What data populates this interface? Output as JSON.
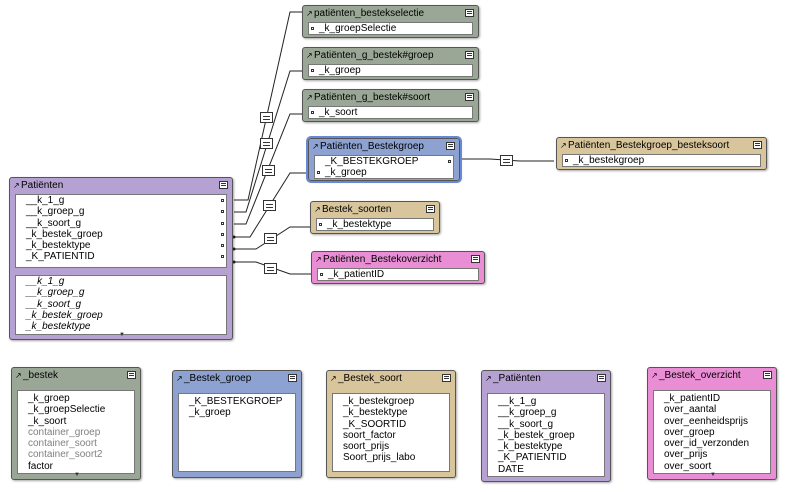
{
  "occurrences": {
    "patienten": {
      "title": "Patiënten",
      "fields": [
        "__k_1_g",
        "__k_groep_g",
        "__k_soort_g",
        "_k_bestek_groep",
        "_k_bestektype",
        "_K_PATIENTID"
      ],
      "globals": [
        "__k_1_g",
        "__k_groep_g",
        "__k_soort_g",
        "_k_bestek_groep",
        "_k_bestektype"
      ]
    },
    "patienten_bestekselectie": {
      "title": "patiënten_bestekselectie",
      "fields": [
        "_k_groepSelectie"
      ]
    },
    "patienten_g_bestek_groep": {
      "title": "Patiënten_g_bestek#groep",
      "fields": [
        "_k_groep"
      ]
    },
    "patienten_g_bestek_soort": {
      "title": "Patiënten_g_bestek#soort",
      "fields": [
        "_k_soort"
      ]
    },
    "patienten_bestekgroep": {
      "title": "Patiënten_Bestekgroep",
      "fields": [
        "_K_BESTEKGROEP",
        "_k_groep"
      ]
    },
    "patienten_bestekgroep_besteksoort": {
      "title": "Patiënten_Bestekgroep_besteksoort",
      "fields": [
        "_k_bestekgroep"
      ]
    },
    "bestek_soorten": {
      "title": "Bestek_soorten",
      "fields": [
        "_k_bestektype"
      ]
    },
    "patienten_bestekoverzicht": {
      "title": "Patiënten_Bestekoverzicht",
      "fields": [
        "_k_patientID"
      ]
    },
    "bestek": {
      "title": "_bestek",
      "fields": [
        "_k_groep",
        "_k_groepSelectie",
        "_k_soort",
        "container_groep",
        "container_soort",
        "container_soort2",
        "factor"
      ]
    },
    "bestek_groep": {
      "title": "_Bestek_groep",
      "fields": [
        "_K_BESTEKGROEP",
        "_k_groep"
      ]
    },
    "bestek_soort": {
      "title": "_Bestek_soort",
      "fields": [
        "_k_bestekgroep",
        "_k_bestektype",
        "_K_SOORTID",
        "soort_factor",
        "soort_prijs",
        "Soort_prijs_labo"
      ]
    },
    "patienten_table": {
      "title": "_Patiënten",
      "fields": [
        "__k_1_g",
        "__k_groep_g",
        "__k_soort_g",
        "_k_bestek_groep",
        "_k_bestektype",
        "_K_PATIENTID",
        "DATE"
      ]
    },
    "bestek_overzicht": {
      "title": "_Bestek_overzicht",
      "fields": [
        "_k_patientID",
        "over_aantal",
        "over_eenheidsprijs",
        "over_groep",
        "over_id_verzonden",
        "over_prijs",
        "over_soort"
      ]
    }
  },
  "colors": {
    "green": "#9aa796",
    "blue": "#8da2d0",
    "tan": "#d8c59b",
    "pink": "#e98ed4",
    "purple": "#b5a2d2"
  },
  "icons": {
    "pin": "pin-icon",
    "menu": "table-menu-icon",
    "relationship": "equals-relationship-icon",
    "resize": "resize-handle-icon"
  }
}
